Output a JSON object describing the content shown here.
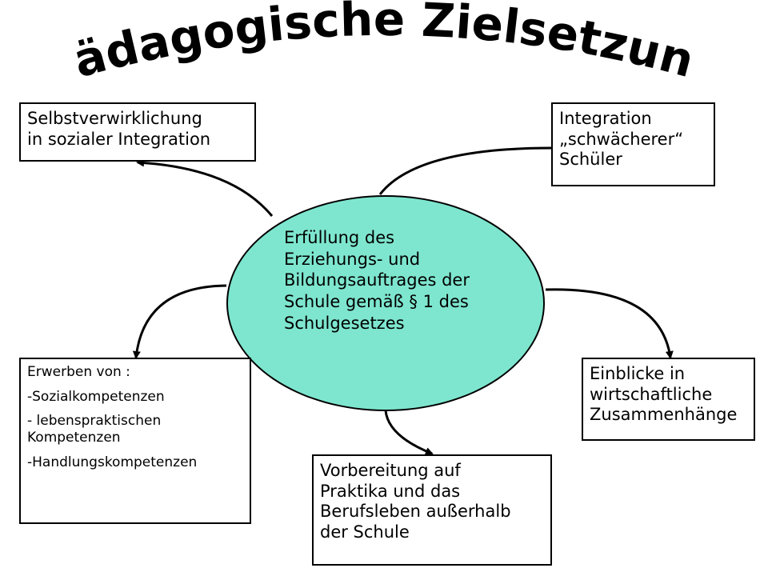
{
  "title": "Pädagogische Zielsetzung",
  "center": {
    "lines": [
      "Erfüllung des",
      "Erziehungs- und",
      "Bildungsauftrages der",
      "Schule gemäß § 1 des",
      "Schulgesetzes"
    ]
  },
  "center_color": "#7ee6cf",
  "goals": {
    "top_left": {
      "lines": [
        "Selbstverwirklichung",
        "in sozialer Integration"
      ]
    },
    "top_right": {
      "lines": [
        "Integration",
        "„schwächerer“",
        "Schüler"
      ]
    },
    "mid_left": {
      "lines": [
        "Erwerben von :",
        "-Sozialkompetenzen",
        "- lebenspraktischen Kompetenzen",
        "-Handlungskompetenzen"
      ]
    },
    "mid_right": {
      "lines": [
        "Einblicke in",
        "wirtschaftliche",
        "Zusammenhänge"
      ]
    },
    "bottom": {
      "lines": [
        "Vorbereitung auf",
        "Praktika und das",
        "Berufsleben außerhalb",
        "der Schule"
      ]
    }
  }
}
